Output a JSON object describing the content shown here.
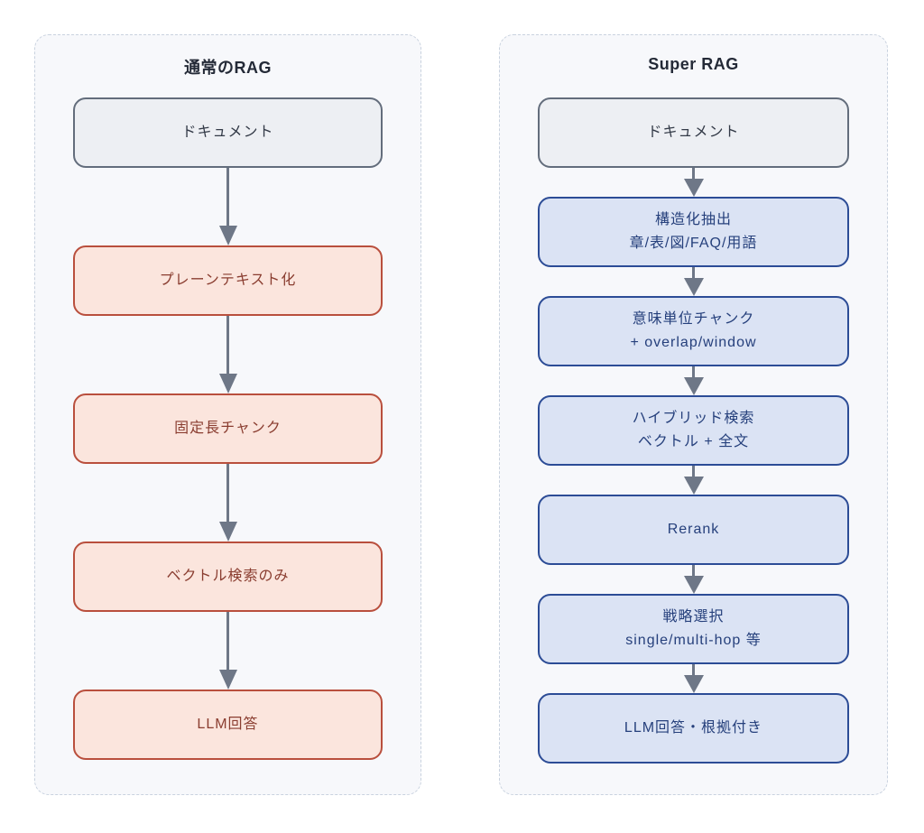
{
  "diagram": {
    "panels": [
      {
        "title": "通常のRAG",
        "nodes": [
          {
            "type": "gray",
            "line1": "ドキュメント",
            "line2": ""
          },
          {
            "type": "red",
            "line1": "プレーンテキスト化",
            "line2": ""
          },
          {
            "type": "red",
            "line1": "固定長チャンク",
            "line2": ""
          },
          {
            "type": "red",
            "line1": "ベクトル検索のみ",
            "line2": ""
          },
          {
            "type": "red",
            "line1": "LLM回答",
            "line2": ""
          }
        ]
      },
      {
        "title": "Super RAG",
        "nodes": [
          {
            "type": "gray",
            "line1": "ドキュメント",
            "line2": ""
          },
          {
            "type": "blue",
            "line1": "構造化抽出",
            "line2": "章/表/図/FAQ/用語"
          },
          {
            "type": "blue",
            "line1": "意味単位チャンク",
            "line2": "+ overlap/window"
          },
          {
            "type": "blue",
            "line1": "ハイブリッド検索",
            "line2": "ベクトル + 全文"
          },
          {
            "type": "blue",
            "line1": "Rerank",
            "line2": ""
          },
          {
            "type": "blue",
            "line1": "戦略選択",
            "line2": "single/multi-hop 等"
          },
          {
            "type": "blue",
            "line1": "LLM回答・根拠付き",
            "line2": ""
          }
        ]
      }
    ],
    "colors": {
      "panel_bg": "#f7f8fb",
      "panel_border": "#c9d2df",
      "gray_fill": "#edeff3",
      "gray_border": "#636d7c",
      "gray_text": "#333a47",
      "red_fill": "#fbe5dd",
      "red_border": "#b94f3d",
      "red_text": "#8a3d30",
      "blue_fill": "#dbe3f4",
      "blue_border": "#2c4c96",
      "blue_text": "#26407c",
      "arrow": "#6e7787",
      "title_text": "#242a37"
    }
  }
}
